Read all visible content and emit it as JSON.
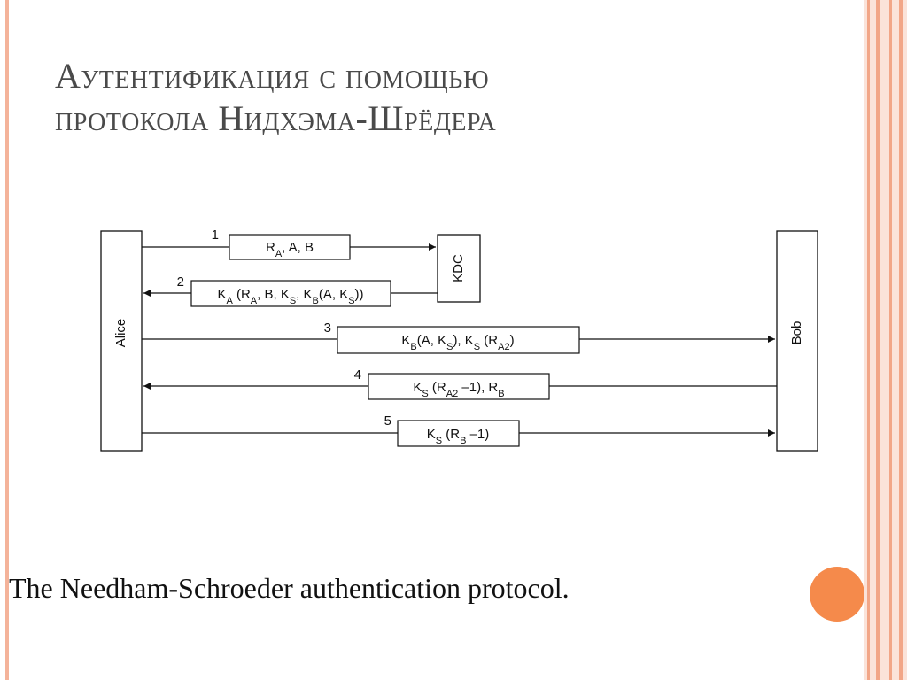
{
  "slide": {
    "title_line1": "Аутентификация с помощью",
    "title_line2": "протокола Нидхэма-Шрёдера",
    "caption": "The Needham-Schroeder authentication protocol."
  },
  "diagram": {
    "alice": "Alice",
    "bob": "Bob",
    "kdc": "KDC",
    "messages": [
      {
        "n": "1",
        "content": "RA, A, B"
      },
      {
        "n": "2",
        "content": "KA (RA, B, KS, KB(A, KS))"
      },
      {
        "n": "3",
        "content": "KB(A, KS), KS (RA2)"
      },
      {
        "n": "4",
        "content": "KS (RA2 –1), RB"
      },
      {
        "n": "5",
        "content": "KS (RB –1)"
      }
    ]
  },
  "colors": {
    "accent": "#f58a4b",
    "frame": "#f2a687",
    "title": "#4a4a4a"
  }
}
